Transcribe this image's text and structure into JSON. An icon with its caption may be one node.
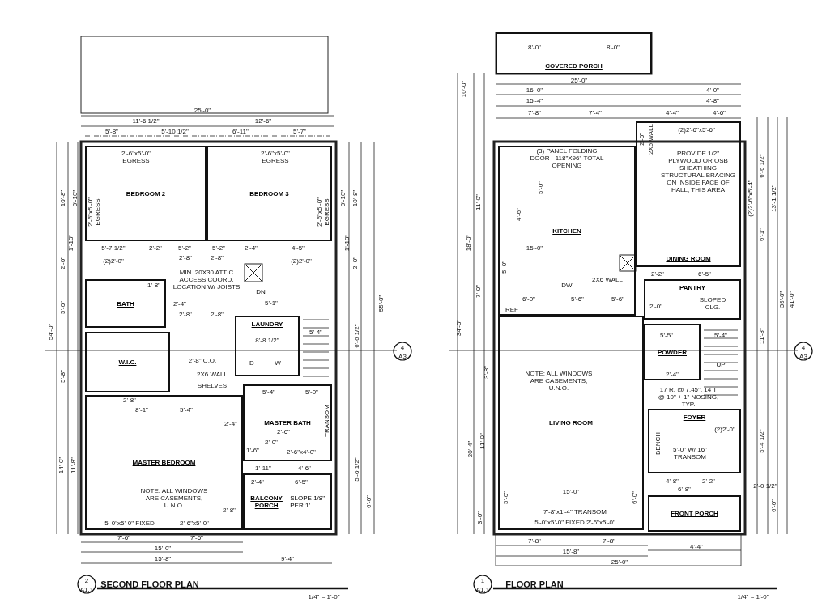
{
  "diagram": {
    "nodes": [
      {
        "text": [
          "BEDROOM 2"
        ]
      },
      {
        "text": [
          "BEDROOM 3"
        ]
      },
      {
        "text": [
          "BATH"
        ]
      },
      {
        "text": [
          "W.I.C."
        ]
      },
      {
        "text": [
          "LAUNDRY"
        ]
      },
      {
        "text": [
          "MASTER BATH"
        ]
      },
      {
        "text": [
          "MASTER BEDROOM"
        ]
      },
      {
        "text": [
          "BALCONY PORCH",
          "SLOPE 1/8\" PER 1'"
        ]
      },
      {
        "text": [
          "COVERED PORCH"
        ]
      },
      {
        "text": [
          "KITCHEN"
        ]
      },
      {
        "text": [
          "DINING ROOM"
        ]
      },
      {
        "text": [
          "PANTRY"
        ]
      },
      {
        "text": [
          "POWDER"
        ]
      },
      {
        "text": [
          "LIVING ROOM"
        ]
      },
      {
        "text": [
          "FOYER"
        ]
      },
      {
        "text": [
          "FRONT PORCH"
        ]
      }
    ],
    "labels": [
      "25'-0\"",
      "11'-6 1/2\"",
      "12'-6\"",
      "5'-8\"",
      "5'-10 1/2\"",
      "6'-11\"",
      "5'-7\"",
      "2'-6\"x5'-0\" EGRESS",
      "2'-6\"x5'-0\" EGRESS",
      "10'-8\"",
      "8'-10\"",
      "8'-10\"",
      "10'-8\"",
      "2'-6\"x5'-0\" EGRESS",
      "2'-6\"x5'-0\" EGRESS",
      "1'-10\"",
      "1'-10\"",
      "5'-7 1/2\"",
      "2'-2\"",
      "5'-2\"",
      "5'-2\"",
      "2'-4\"",
      "4'-5\"",
      "(2)2'-0\"",
      "(2)2'-0\"",
      "2'-8\"",
      "2'-8\"",
      "MIN. 20X30 ATTIC ACCESS COORD. LOCATION W/ JOISTS",
      "2'-0\"",
      "2'-0\"",
      "1'-8\"",
      "2'-4\"",
      "2'-8\"",
      "2'-8\"",
      "DN",
      "5'-1\"",
      "8'-8 1/2\"",
      "D",
      "W",
      "5'-4\"",
      "2X6 WALL",
      "SHELVES",
      "5'-4\"",
      "5'-0\"",
      "2'-8\" C.O.",
      "2'-8\"",
      "8'-1\"",
      "5'-4\"",
      "2'-4\"",
      "2'-6\"",
      "2'-0\"",
      "1'-6\"",
      "2'-6\"x4'-0\"",
      "1'-11\"",
      "4'-6\"",
      "2'-4\"",
      "6'-5\"",
      "2'-8\"",
      "NOTE: ALL WINDOWS ARE CASEMENTS, U.N.O.",
      "5'-0\"x5'-0\" FIXED",
      "2'-6\"x5'-0\"",
      "7'-6\"",
      "7'-6\"",
      "15'-0\"",
      "15'-8\"",
      "9'-4\"",
      "54'-0\"",
      "55'-0\"",
      "14'-0\"",
      "11'-8\"",
      "6'-0\"",
      "6'-6 1/2\"",
      "5'-0 1/2\"",
      "5'-0\"",
      "5'-8\"",
      "TRANSOM",
      "SECOND FLOOR PLAN",
      "1/4\" = 1'-0\"",
      "2",
      "A1.1",
      "4",
      "A3",
      "8'-0\"",
      "8'-0\"",
      "10'-0\"",
      "25'-0\"",
      "16'-0\"",
      "4'-0\"",
      "15'-4\"",
      "4'-8\"",
      "7'-8\"",
      "7'-4\"",
      "4'-4\"",
      "4'-6\"",
      "2'-0\"",
      "2X6 WALL",
      "(2)2'-6\"x5'-6\"",
      "(3) PANEL FOLDING DOOR - 118\"X96\" TOTAL OPENING",
      "PROVIDE 1/2\" PLYWOOD OR OSB SHEATHING STRUCTURAL BRACING ON INSIDE FACE OF HALL, THIS AREA",
      "5'-0\"",
      "6'-6 1/2\"",
      "(2)2'-6\"x5'-4\"",
      "13'-1 1/2\"",
      "11'-0\"",
      "6'-1\"",
      "4'-6\"",
      "18'-0\"",
      "15'-0\"",
      "2'-2\"",
      "6'-5\"",
      "2X6 WALL",
      "DW",
      "7'-0\"",
      "5'-0\"",
      "6'-0\"",
      "REF",
      "5'-6\"",
      "5'-6\"",
      "SLOPED CLG.",
      "2'-0\"",
      "5'-5\"",
      "5'-4\"",
      "34'-0\"",
      "35'-0\"",
      "41'-0\"",
      "11'-8\"",
      "UP",
      "2'-4\"",
      "17 R. @ 7.45\", 14 T @ 10\" + 1\" NOSING, TYP.",
      "3'-8\"",
      "NOTE: ALL WINDOWS ARE CASEMENTS, U.N.O.",
      "20'-4\"",
      "11'-0\"",
      "BENCH",
      "5'-0\" W/ 16\" TRANSOM",
      "(2)2'-0\"",
      "5'-4 1/2\"",
      "4'-8\"",
      "2'-2\"",
      "6'-8\"",
      "2'-0 1/2\"",
      "15'-0\"",
      "5'-0\"",
      "6'-0\"",
      "3'-0\"",
      "7'-8\"x1'-4\" TRANSOM",
      "5'-0\"x5'-0\" FIXED 2'-6\"x5'-0\"",
      "7'-8\"",
      "7'-8\"",
      "15'-8\"",
      "4'-4\"",
      "25'-0\"",
      "FLOOR PLAN",
      "1/4\" = 1'-0\"",
      "1",
      "A1.1",
      "4",
      "A3",
      "6'-0\""
    ]
  }
}
